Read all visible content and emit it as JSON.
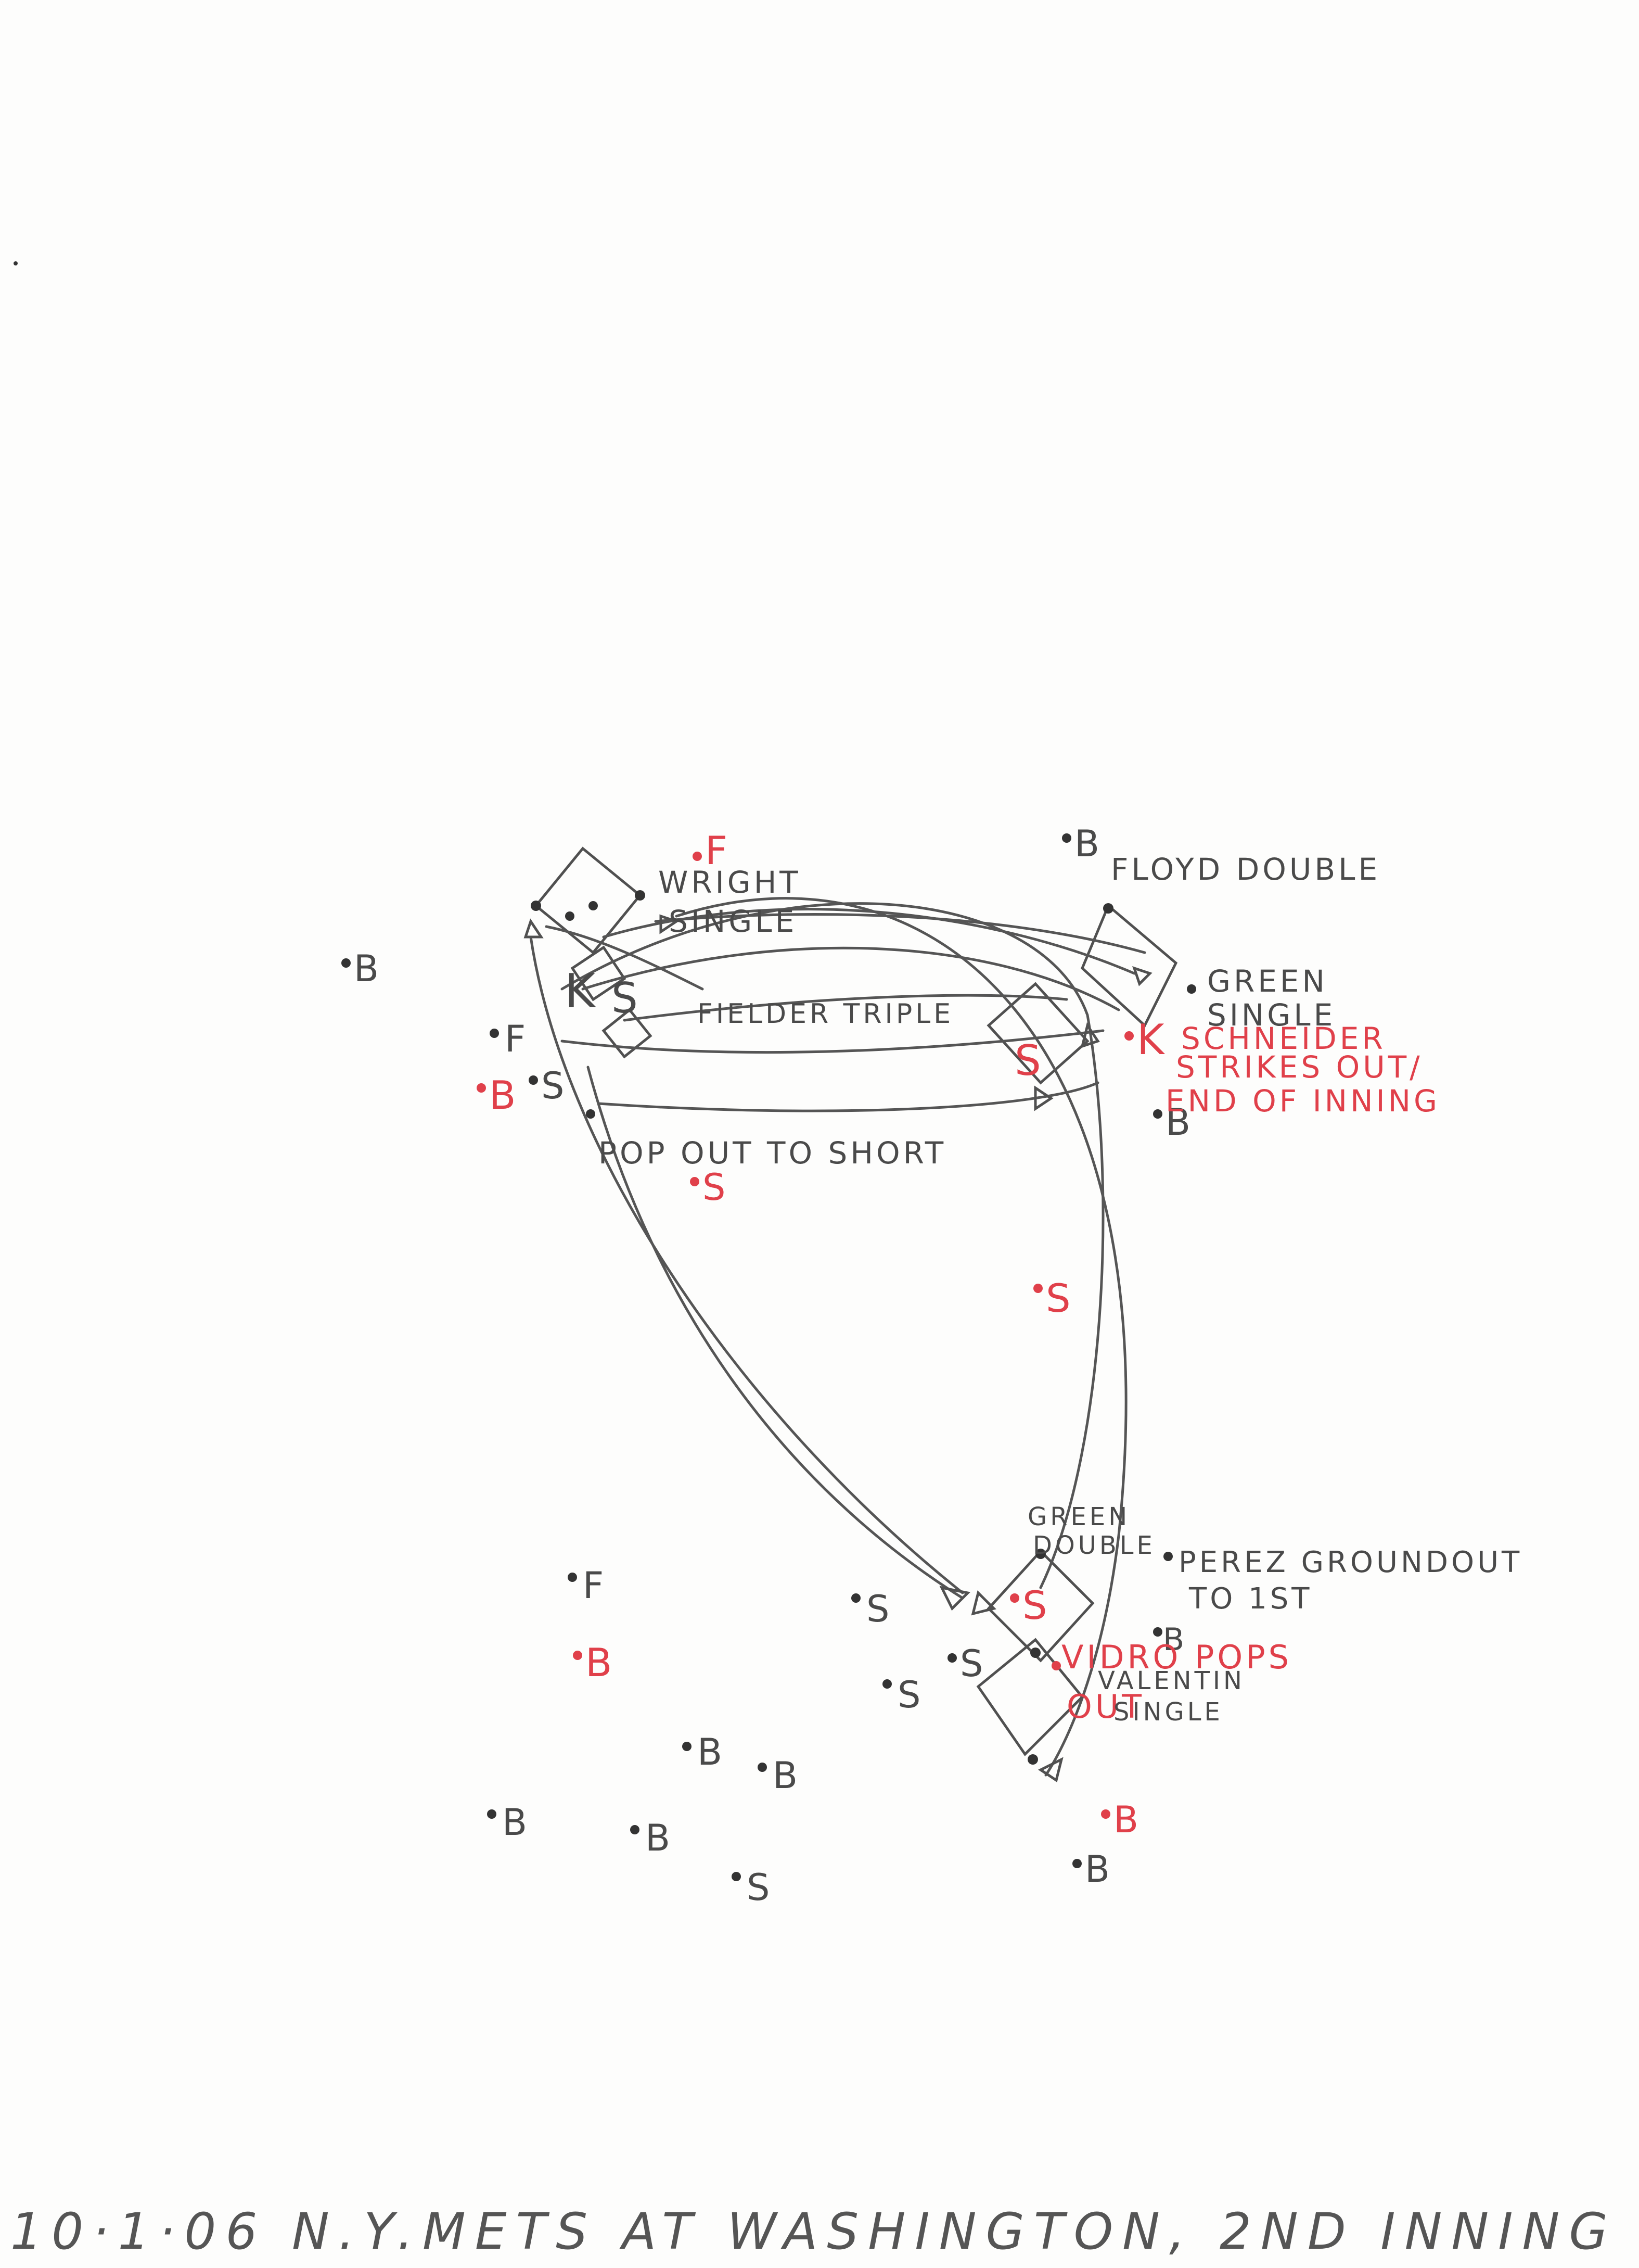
{
  "caption": "10·1·06 N.Y.METS AT WASHINGTON, 2ND INNING",
  "labels": {
    "wright_single_a": "WRIGHT",
    "wright_single_b": "SINGLE",
    "floyd_double": "FLOYD DOUBLE",
    "green_single_a": "GREEN",
    "green_single_b": "SINGLE",
    "schneider_a": "SCHNEIDER",
    "schneider_b": "STRIKES OUT/",
    "schneider_c": "END OF INNING",
    "fielder_triple": "FIELDER TRIPLE",
    "popout_a": "POP OUT TO SHORT",
    "green_double_a": "GREEN",
    "green_double_b": "DOUBLE",
    "perez_a": "PEREZ GROUNDOUT",
    "perez_b": "TO 1ST",
    "vidro_a": "VIDRO POPS",
    "vidro_b": "OUT",
    "valentin_a": "VALENTIN",
    "valentin_b": "SINGLE"
  },
  "marks": {
    "B": "B",
    "S": "S",
    "F": "F",
    "K": "K"
  },
  "colors": {
    "pencil": "#4a4a4a",
    "red_pencil": "#e0404a",
    "paper": "#fdfdfc"
  }
}
